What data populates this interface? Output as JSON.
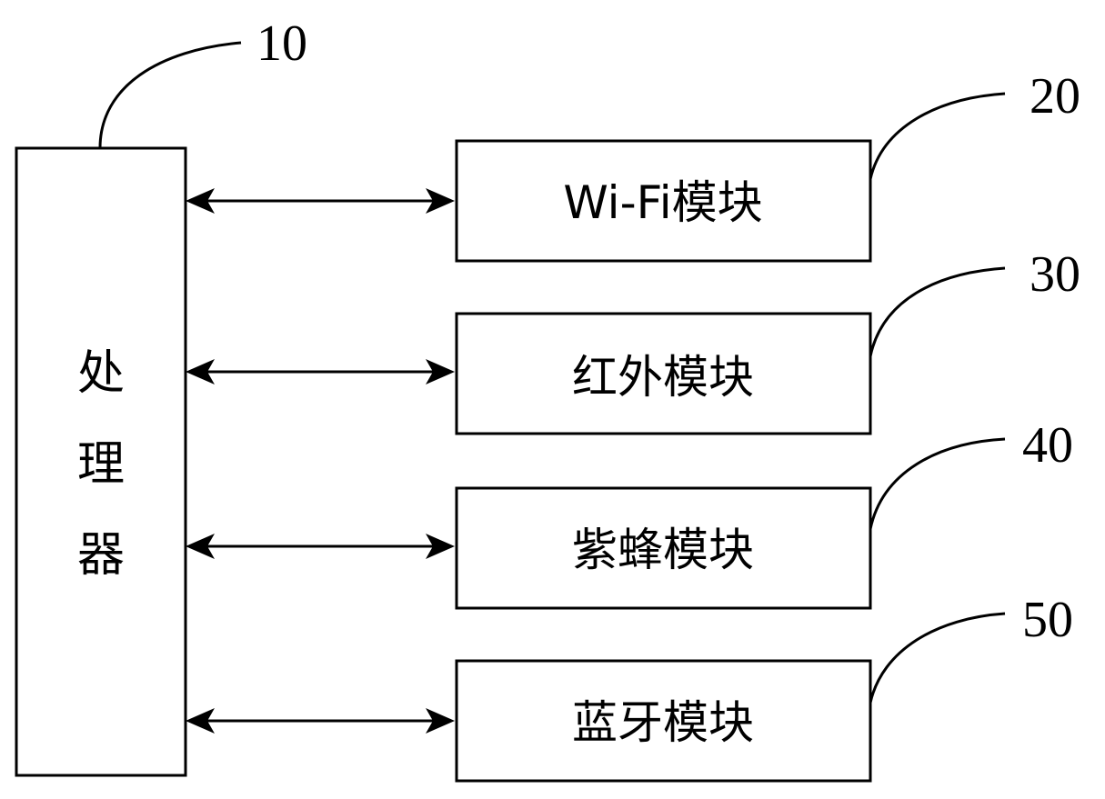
{
  "processor": {
    "label_chars": [
      "处",
      "理",
      "器"
    ],
    "ref": "10"
  },
  "modules": [
    {
      "label": "Wi-Fi模块",
      "ref": "20"
    },
    {
      "label": "红外模块",
      "ref": "30"
    },
    {
      "label": "紫蜂模块",
      "ref": "40"
    },
    {
      "label": "蓝牙模块",
      "ref": "50"
    }
  ],
  "connections": [
    {
      "from": "processor",
      "to": "module-0",
      "direction": "bidirectional"
    },
    {
      "from": "processor",
      "to": "module-1",
      "direction": "bidirectional"
    },
    {
      "from": "processor",
      "to": "module-2",
      "direction": "bidirectional"
    },
    {
      "from": "processor",
      "to": "module-3",
      "direction": "bidirectional"
    }
  ]
}
